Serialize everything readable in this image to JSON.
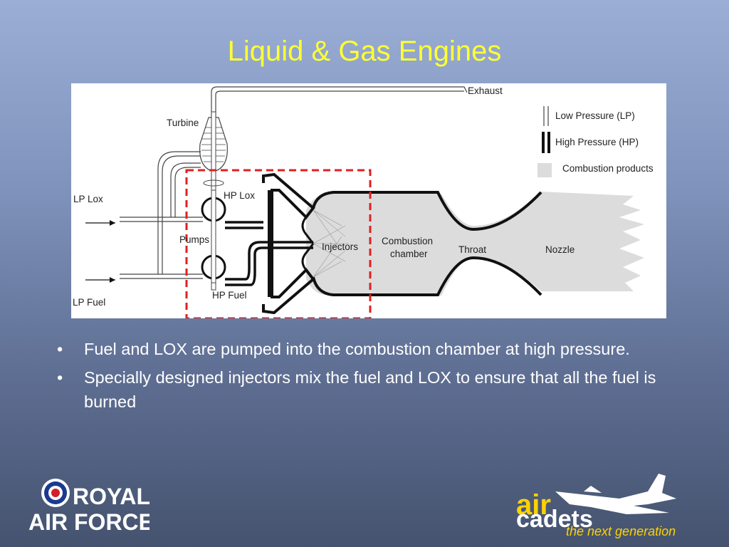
{
  "slide": {
    "title": "Liquid & Gas Engines"
  },
  "diagram": {
    "labels": {
      "exhaust": "Exhaust",
      "turbine": "Turbine",
      "lp_lox": "LP Lox",
      "hp_lox": "HP Lox",
      "pumps": "Pumps",
      "hp_fuel": "HP Fuel",
      "lp_fuel": "LP Fuel",
      "injectors": "Injectors",
      "combustion_chamber_1": "Combustion",
      "combustion_chamber_2": "chamber",
      "throat": "Throat",
      "nozzle": "Nozzle"
    },
    "legend": {
      "low_pressure": "Low Pressure (LP)",
      "high_pressure": "High  Pressure (HP)",
      "combustion_products": "Combustion products"
    },
    "colors": {
      "highlight_box": "#e02020",
      "combustion_fill": "#dcdcdc",
      "pipe": "#111111"
    }
  },
  "bullets": [
    {
      "marker": "•",
      "text": "Fuel and LOX are pumped into the combustion chamber at high pressure."
    },
    {
      "marker": "•",
      "text": "Specially designed injectors mix the fuel and LOX to ensure that all the fuel is burned"
    }
  ],
  "logos": {
    "raf": {
      "line1": "ROYAL",
      "line2": "AIR FORCE",
      "icon": "raf-roundel-icon"
    },
    "cadets": {
      "line1": "air",
      "line2": "cadets",
      "tagline": "the next generation",
      "icon": "aircraft-icon"
    }
  },
  "theme": {
    "title_color": "#ffff33",
    "bullet_color": "#ffffff",
    "cadets_yellow": "#ffd200"
  }
}
